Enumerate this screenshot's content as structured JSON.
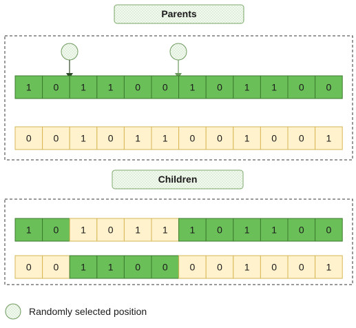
{
  "parents_label": "Parents",
  "children_label": "Children",
  "legend_text": "Randomly selected position",
  "parent1_bits": [
    "1",
    "0",
    "1",
    "1",
    "0",
    "0",
    "1",
    "0",
    "1",
    "1",
    "0",
    "0"
  ],
  "parent2_bits": [
    "0",
    "0",
    "1",
    "0",
    "1",
    "1",
    "0",
    "0",
    "1",
    "0",
    "0",
    "1"
  ],
  "child1": [
    {
      "bit": "1",
      "from": "p1"
    },
    {
      "bit": "0",
      "from": "p1"
    },
    {
      "bit": "1",
      "from": "p2"
    },
    {
      "bit": "0",
      "from": "p2"
    },
    {
      "bit": "1",
      "from": "p2"
    },
    {
      "bit": "1",
      "from": "p2"
    },
    {
      "bit": "1",
      "from": "p1"
    },
    {
      "bit": "0",
      "from": "p1"
    },
    {
      "bit": "1",
      "from": "p1"
    },
    {
      "bit": "1",
      "from": "p1"
    },
    {
      "bit": "0",
      "from": "p1"
    },
    {
      "bit": "0",
      "from": "p1"
    }
  ],
  "child2": [
    {
      "bit": "0",
      "from": "p2"
    },
    {
      "bit": "0",
      "from": "p2"
    },
    {
      "bit": "1",
      "from": "p1"
    },
    {
      "bit": "1",
      "from": "p1"
    },
    {
      "bit": "0",
      "from": "p1"
    },
    {
      "bit": "0",
      "from": "p1"
    },
    {
      "bit": "0",
      "from": "p2"
    },
    {
      "bit": "0",
      "from": "p2"
    },
    {
      "bit": "1",
      "from": "p2"
    },
    {
      "bit": "0",
      "from": "p2"
    },
    {
      "bit": "0",
      "from": "p2"
    },
    {
      "bit": "1",
      "from": "p2"
    }
  ],
  "crossover_points": [
    2,
    6
  ],
  "colors": {
    "green_fill": "#6bbf59",
    "green_stroke": "#3c7a2e",
    "yellow_fill": "#fff2cc",
    "yellow_stroke": "#d6b656",
    "label_fill": "#f2f9ee",
    "label_stroke": "#7aa86a",
    "marker_fill": "#e8f3e1",
    "marker_stroke": "#6c9a5e",
    "arrow_dark": "#2e4a28",
    "arrow_light": "#6c9a5e",
    "dash": "#333333"
  }
}
